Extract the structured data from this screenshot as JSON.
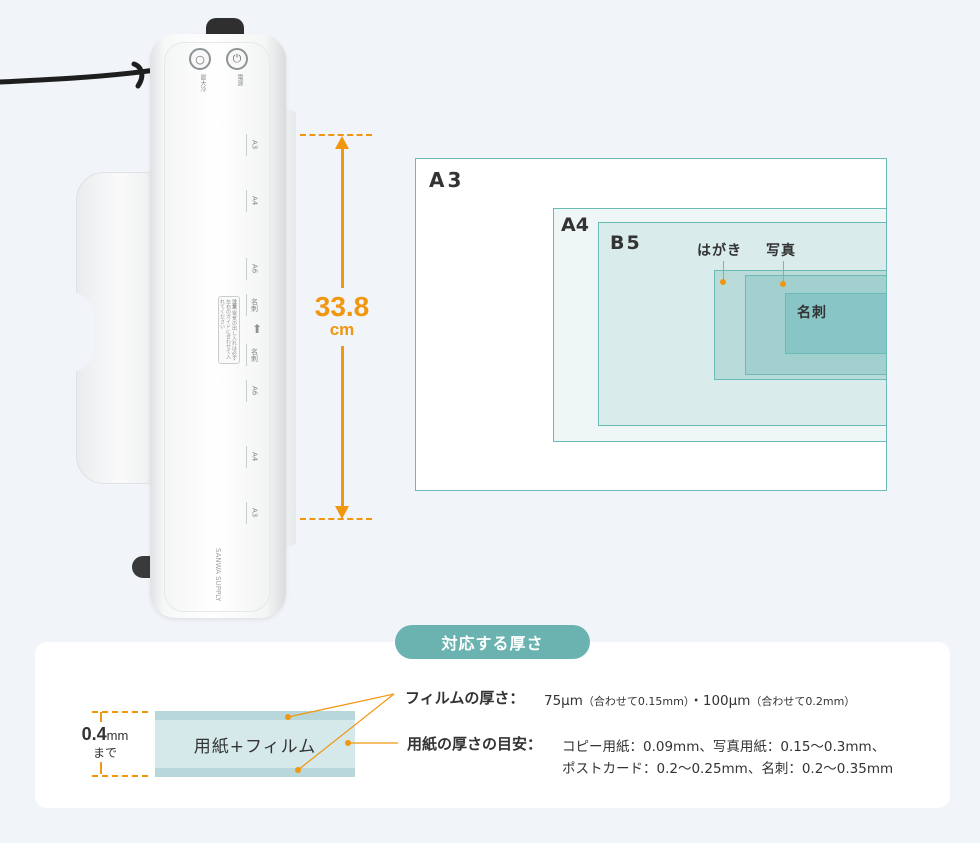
{
  "device": {
    "buttons": [
      {
        "label": "最大冷"
      },
      {
        "label": "電源"
      }
    ],
    "size_marks": [
      "A3",
      "A4",
      "A6",
      "名刺",
      "名刺",
      "A6",
      "A4",
      "A3"
    ],
    "notice_title": "注意",
    "notice_text": "電気の出し入れは必ず左右のガイドに合わせて入れてください",
    "brand": "SANWA SUPPLY"
  },
  "measurement": {
    "value": "33.8",
    "unit": "cm"
  },
  "paper_sizes": {
    "a3": "A3",
    "a4": "A4",
    "b5": "B5",
    "hagaki": "はがき",
    "photo": "写真",
    "meishi": "名刺"
  },
  "thickness": {
    "section_title": "対応する厚さ",
    "max_value": "0.4",
    "max_unit": "mm",
    "max_suffix": "まで",
    "film_label": "用紙+フィルム",
    "film_title": "フィルムの厚さ：",
    "film_value_1": "75μm",
    "film_note_1": "（合わせて0.15mm）",
    "film_sep": "・",
    "film_value_2": "100μm",
    "film_note_2": "（合わせて0.2mm）",
    "paper_title": "用紙の厚さの目安：",
    "paper_line_1": "コピー用紙：0.09mm、写真用紙：0.15～0.3mm、",
    "paper_line_2": "ポストカード：0.2～0.25mm、名刺：0.2～0.35mm"
  },
  "colors": {
    "accent_orange": "#f0960f",
    "teal": "#6bb3b0",
    "background": "#f1f4f8"
  }
}
